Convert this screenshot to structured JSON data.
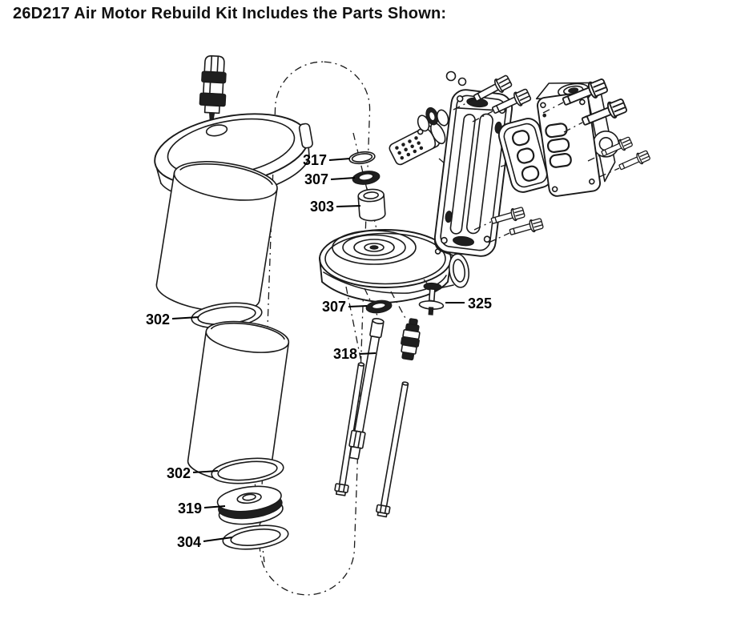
{
  "title": "26D217 Air Motor Rebuild Kit Includes the Parts Shown:",
  "colors": {
    "background": "#ffffff",
    "line": "#1a1a1a",
    "label": "#000000"
  },
  "callouts": [
    {
      "id": "317",
      "text": "317"
    },
    {
      "id": "307-upper",
      "text": "307"
    },
    {
      "id": "303",
      "text": "303"
    },
    {
      "id": "302-upper",
      "text": "302"
    },
    {
      "id": "307-lower",
      "text": "307"
    },
    {
      "id": "325",
      "text": "325"
    },
    {
      "id": "318",
      "text": "318"
    },
    {
      "id": "302-lower",
      "text": "302"
    },
    {
      "id": "319",
      "text": "319"
    },
    {
      "id": "304",
      "text": "304"
    }
  ]
}
